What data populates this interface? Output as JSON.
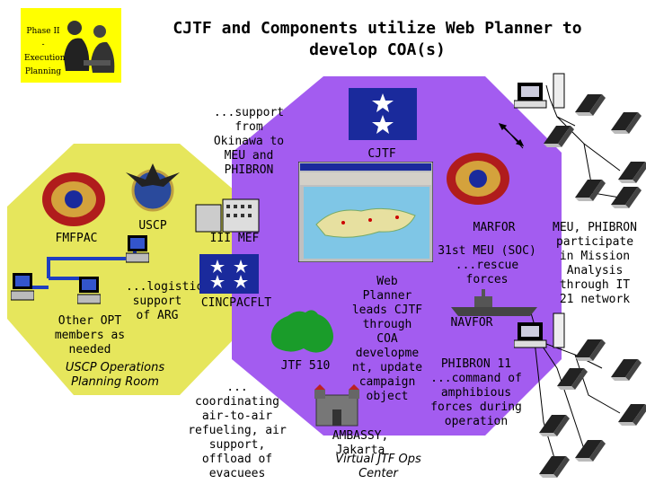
{
  "title_line1": "CJTF and Components utilize Web Planner to",
  "title_line2": "develop COA(s)",
  "phase_label": "Phase II - Execution Planning",
  "colors": {
    "yellow_zone": "#e6e65c",
    "purple_zone": "#a35cf0",
    "phase_box": "#ffff00",
    "link_blue": "#1f3fbf"
  },
  "labels": {
    "support_okinawa": "...support from Okinawa to MEU and PHIBRON",
    "cjtf": "CJTF",
    "marfor": "MARFOR",
    "meu_phibron": "MEU, PHIBRON participate in Mission Analysis through IT 21 network",
    "uscp": "USCP",
    "fmfpac": "FMFPAC",
    "iii_mef": "III MEF",
    "meu_soc": "31st MEU (SOC) ...rescue forces",
    "logistic": "...logistic support of ARG",
    "cincpacflt": "CINCPACFLT",
    "web_planner": "Web Planner leads CJTF through COA developme nt, update campaign object",
    "navfor": "NAVFOR",
    "other_opt": "Other OPT members as needed",
    "uscp_room": "USCP Operations Planning Room",
    "jtf510": "JTF 510",
    "phibron11": "PHIBRON 11 ...command of amphibious forces during operation",
    "coordinating": "... coordinating air-to-air refueling, air support, offload of evacuees",
    "embassy": "AMBASSY, Jakarta",
    "virtual_ops": "Virtual JTF Ops Center"
  },
  "icons": [
    "two-star-flag-icon",
    "four-star-flag-icon",
    "marine-corps-seal-icon",
    "uscp-eagle-emblem-icon",
    "building-icon",
    "computer-icon",
    "laptop-icon",
    "ship-icon",
    "australia-map-icon",
    "castle-icon",
    "browser-window-icon"
  ]
}
